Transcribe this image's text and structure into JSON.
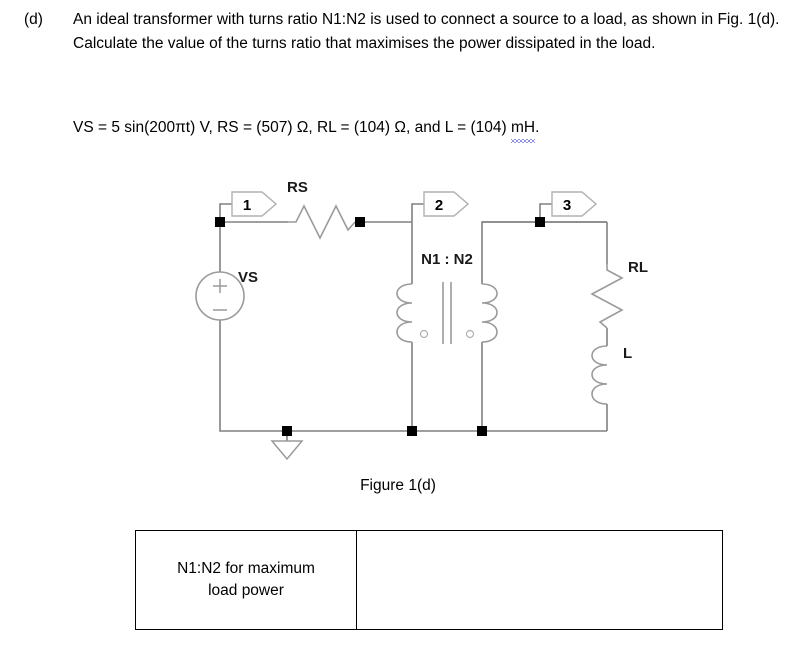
{
  "question": {
    "part_label": "(d)",
    "body": "An ideal transformer with turns ratio N1:N2 is used to connect a source to a load, as shown in Fig. 1(d). Calculate the value of the turns ratio that maximises the power dissipated in the load.",
    "given_prefix": "VS = 5 sin(200πt) V, RS = (507) Ω, RL = (104) Ω, and L = (104) ",
    "given_spellchecked": "mH",
    "given_suffix": "."
  },
  "circuit": {
    "node_flags": [
      {
        "id": "1",
        "label": "1"
      },
      {
        "id": "2",
        "label": "2"
      },
      {
        "id": "3",
        "label": "3"
      }
    ],
    "components": {
      "source_label": "VS",
      "source_plus": "+",
      "source_minus": "−",
      "series_resistor_label": "RS",
      "transformer_ratio": "N1  :  N2",
      "transformer_primary": "N1",
      "transformer_colon": ":",
      "transformer_secondary": "N2",
      "load_resistor_label": "RL",
      "load_inductor_label": "L",
      "ground_label": "ground-symbol"
    },
    "colors": {
      "wire": "#808080",
      "component": "#9a9a9a",
      "node_dot": "#000000",
      "label_text": "#1a1a1a"
    }
  },
  "figure_caption": "Figure 1(d)",
  "answer_table": {
    "rows": [
      {
        "label_line1": "N1:N2 for maximum",
        "label_line2": "load power",
        "value": ""
      }
    ]
  }
}
